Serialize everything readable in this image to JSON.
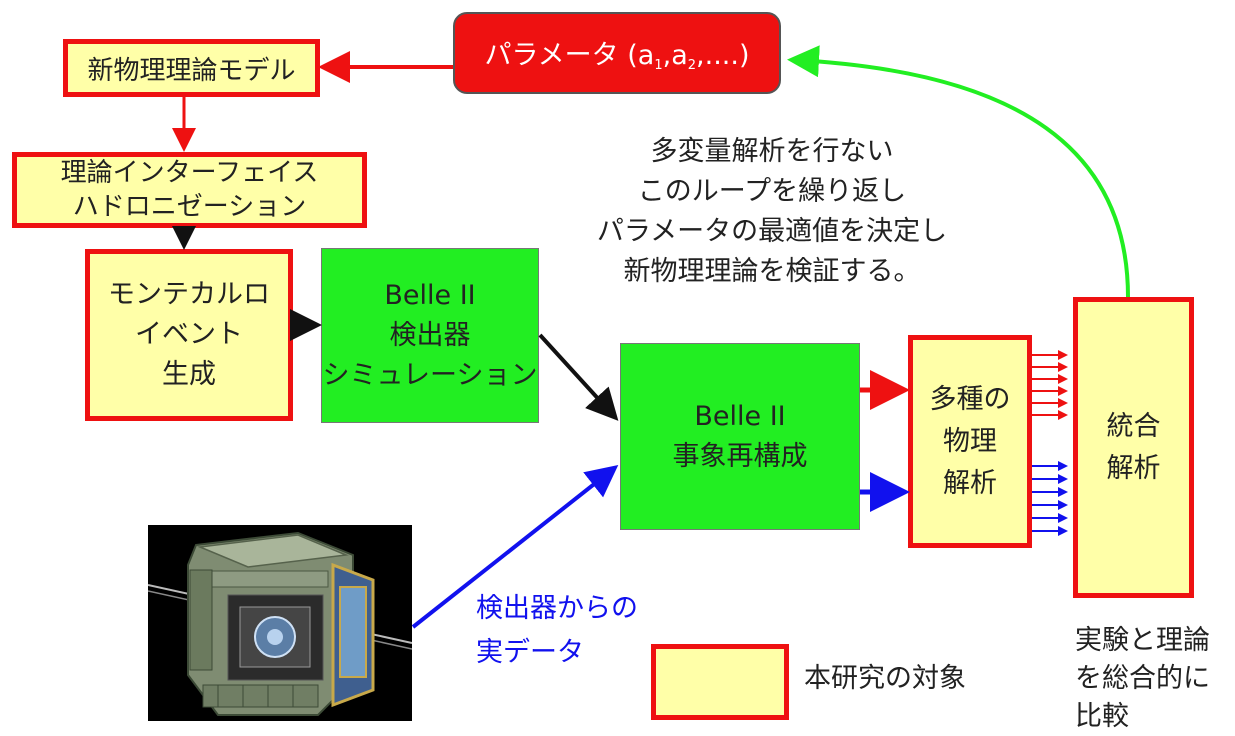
{
  "parameters": {
    "prefix": "パラメータ (a",
    "sub1": "1",
    "mid": ",a",
    "sub2": "2",
    "suffix": ",....)"
  },
  "nodes": {
    "new_physics_model": "新物理理論モデル",
    "theory_interface": [
      "理論インターフェイス",
      "ハドロニゼーション"
    ],
    "monte_carlo": [
      "モンテカルロ",
      "イベント",
      "生成"
    ],
    "detector_sim": [
      "Belle II",
      "検出器",
      "シミュレーション"
    ],
    "reconstruction": [
      "Belle II",
      "事象再構成"
    ],
    "physics_analysis": [
      "多種の",
      "物理",
      "解析"
    ],
    "combined_analysis": [
      "統合",
      "解析"
    ]
  },
  "loop_note": [
    "多変量解析を行ない",
    "このループを繰り返し",
    "パラメータの最適値を決定し",
    "新物理理論を検証する。"
  ],
  "real_data_label": [
    "検出器からの",
    "実データ"
  ],
  "legend_label": "本研究の対象",
  "compare_note": [
    "実験と理論",
    "を総合的に",
    "比較"
  ],
  "colors": {
    "target_fill": "#ffffa8",
    "target_border": "#ee1111",
    "green_box": "#22ee22",
    "param_box": "#ee1111",
    "red_arrow": "#ee1111",
    "blue_arrow": "#1111ee",
    "green_arrow": "#22ee22",
    "black_arrow": "#111111"
  }
}
